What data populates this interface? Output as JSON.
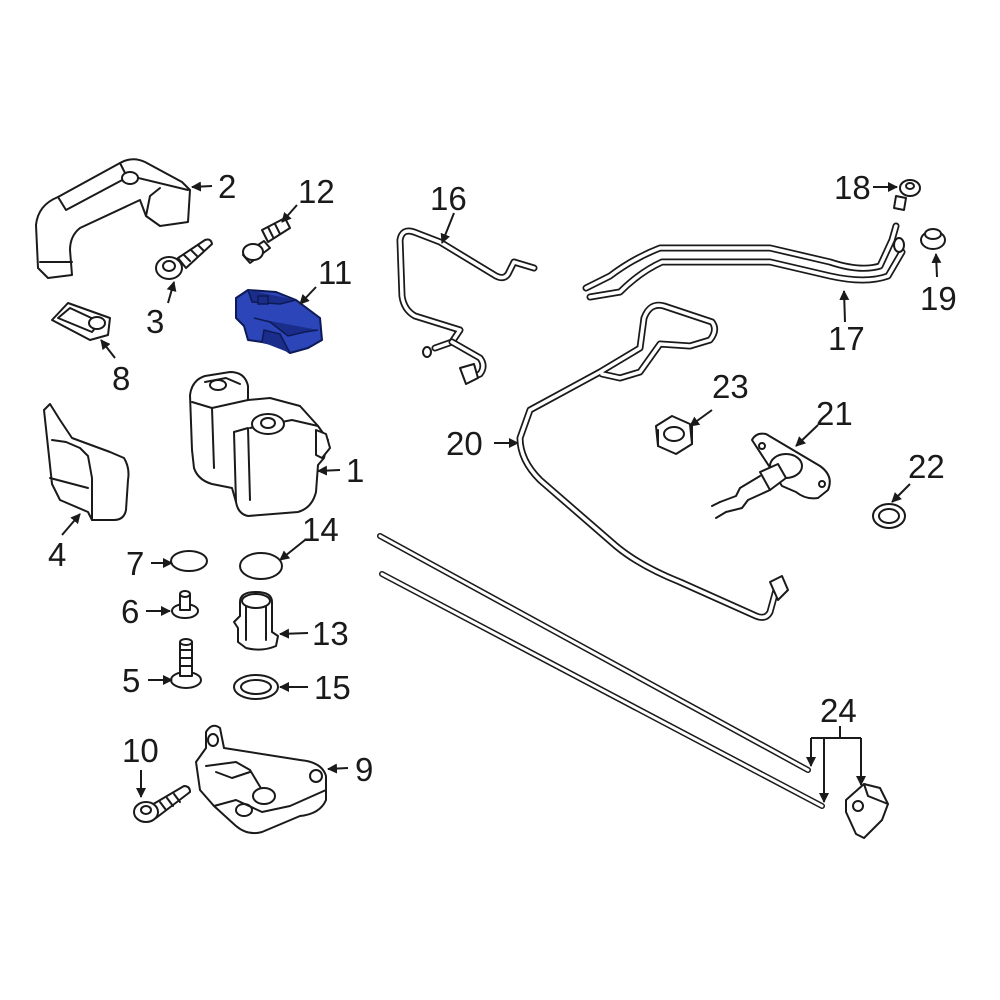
{
  "diagram": {
    "highlight_color": "#2c45b8",
    "line_color": "#1a1a1a",
    "callouts": [
      {
        "id": "c1",
        "text": "1"
      },
      {
        "id": "c2",
        "text": "2"
      },
      {
        "id": "c3",
        "text": "3"
      },
      {
        "id": "c4",
        "text": "4"
      },
      {
        "id": "c5",
        "text": "5"
      },
      {
        "id": "c6",
        "text": "6"
      },
      {
        "id": "c7",
        "text": "7"
      },
      {
        "id": "c8",
        "text": "8"
      },
      {
        "id": "c9",
        "text": "9"
      },
      {
        "id": "c10",
        "text": "10"
      },
      {
        "id": "c11",
        "text": "11"
      },
      {
        "id": "c12",
        "text": "12"
      },
      {
        "id": "c13",
        "text": "13"
      },
      {
        "id": "c14",
        "text": "14"
      },
      {
        "id": "c15",
        "text": "15"
      },
      {
        "id": "c16",
        "text": "16"
      },
      {
        "id": "c17",
        "text": "17"
      },
      {
        "id": "c18",
        "text": "18"
      },
      {
        "id": "c19",
        "text": "19"
      },
      {
        "id": "c20",
        "text": "20"
      },
      {
        "id": "c21",
        "text": "21"
      },
      {
        "id": "c22",
        "text": "22"
      },
      {
        "id": "c23",
        "text": "23"
      },
      {
        "id": "c24",
        "text": "24"
      }
    ]
  }
}
